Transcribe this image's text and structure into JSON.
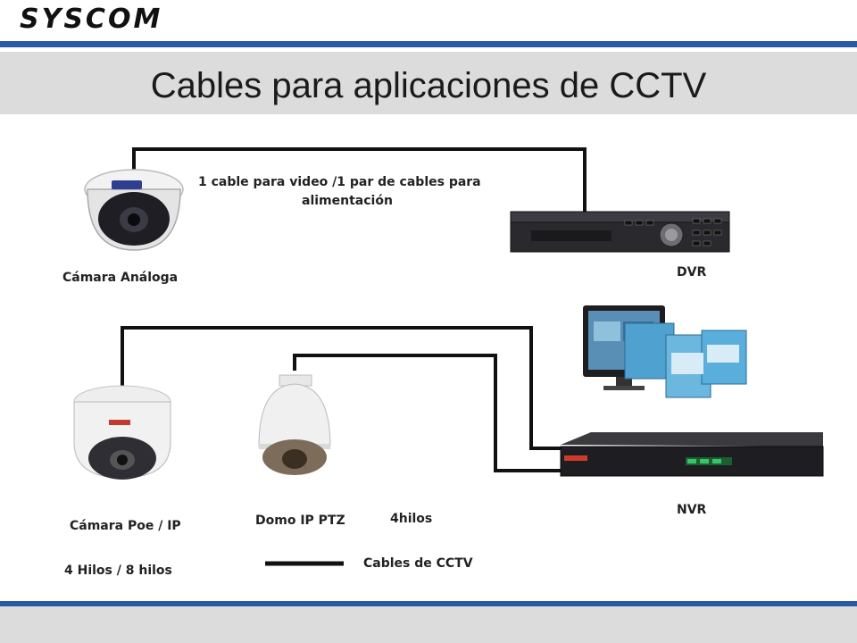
{
  "header": {
    "logo": "SYSCOM",
    "title": "Cables para aplicaciones de CCTV"
  },
  "diagram": {
    "cable_top_line1": "1 cable para video /1 par de cables para",
    "cable_top_line2": "alimentación",
    "camera_analog": "Cámara Análoga",
    "dvr": "DVR",
    "camera_poe": "Cámara Poe / IP",
    "dome_ptz": "Domo IP PTZ",
    "wires_4": "4hilos",
    "nvr": "NVR",
    "wires_4_8": "4 Hilos / 8 hilos",
    "legend_cable": "Cables de CCTV"
  },
  "colors": {
    "brand_blue": "#2a5aa5",
    "band_gray": "#dcdcdc",
    "cable": "#111111"
  }
}
